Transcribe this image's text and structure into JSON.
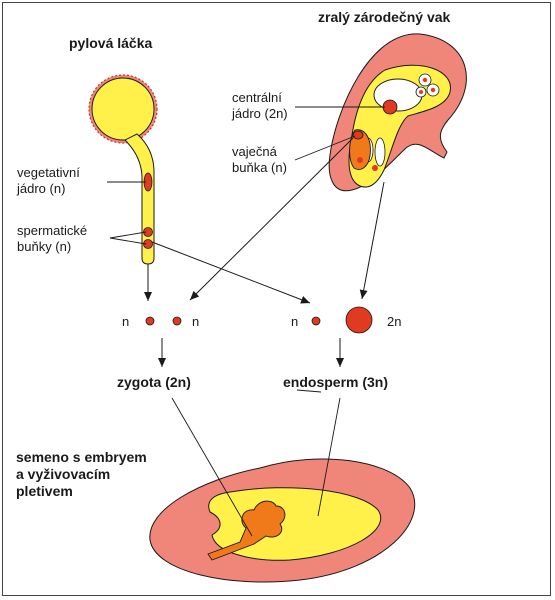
{
  "titles": {
    "pollen_tube": "pylová láčka",
    "embryo_sac": "zralý zárodečný vak"
  },
  "labels": {
    "vegetative_nucleus": [
      "vegetativní",
      "jádro (n)"
    ],
    "sperm_cells": [
      "spermatické",
      "buňky (n)"
    ],
    "central_nucleus": [
      "centrální",
      "jádro (2n)"
    ],
    "egg_cell": [
      "vaječná",
      "buňka (n)"
    ]
  },
  "ploidy": {
    "left_sperm": "n",
    "left_egg": "n",
    "right_sperm": "n",
    "right_central": "2n"
  },
  "results": {
    "zygote": "zygota (2n)",
    "endosperm": "endosperm (3n)"
  },
  "seed": [
    "semeno s embryem",
    "a vyživovacím",
    "pletivem"
  ],
  "colors": {
    "yellow": "#fff04a",
    "salmon": "#f0857a",
    "red": "#e03a20",
    "orange": "#f07a1a",
    "outline": "#1a1a1a"
  }
}
